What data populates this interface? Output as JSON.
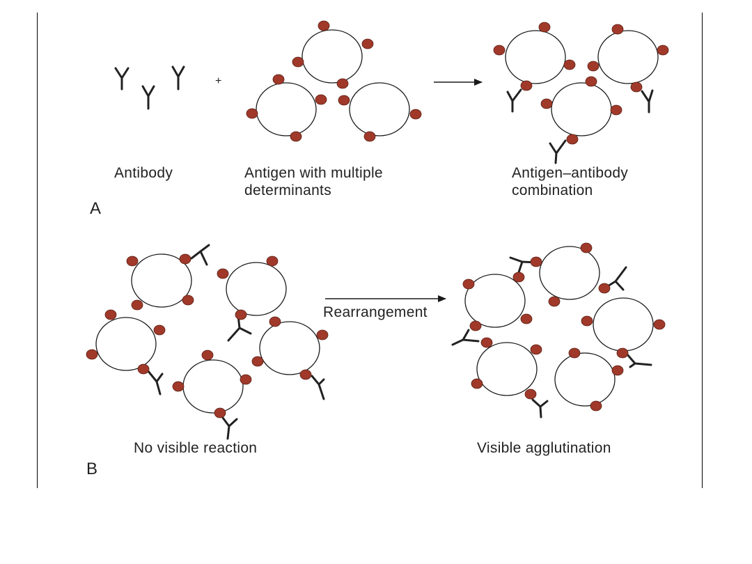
{
  "labels": {
    "plus": "+",
    "antibody": "Antibody",
    "antigen_line1": "Antigen with multiple",
    "antigen_line2": "determinants",
    "combination_line1": "Antigen–antibody",
    "combination_line2": "combination",
    "panel_a": "A",
    "rearrangement": "Rearrangement",
    "no_visible": "No visible reaction",
    "visible_agglutination": "Visible agglutination",
    "panel_b": "B"
  },
  "colors": {
    "determinant": "#a0392a",
    "outline": "#1a1a1a"
  }
}
